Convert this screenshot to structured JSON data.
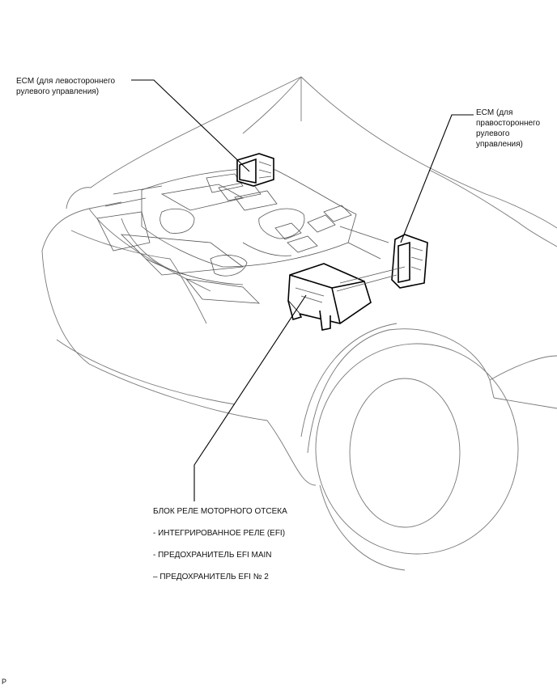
{
  "labels": {
    "ecm_lhd_line1": "ECM (для левостороннего",
    "ecm_lhd_line2": "рулевого управления)",
    "ecm_rhd_line1": "ECM (для",
    "ecm_rhd_line2": "правостороннего",
    "ecm_rhd_line3": "рулевого",
    "ecm_rhd_line4": "управления)",
    "relay_block_title": "БЛОК РЕЛЕ МОТОРНОГО ОТСЕКА",
    "relay_items": [
      "- ИНТЕГРИРОВАННОЕ РЕЛЕ (EFI)",
      "- ПРЕДОХРАНИТЕЛЬ EFI MAIN",
      "– ПРЕДОХРАНИТЕЛЬ EFI № 2"
    ]
  },
  "corner_mark": "P"
}
